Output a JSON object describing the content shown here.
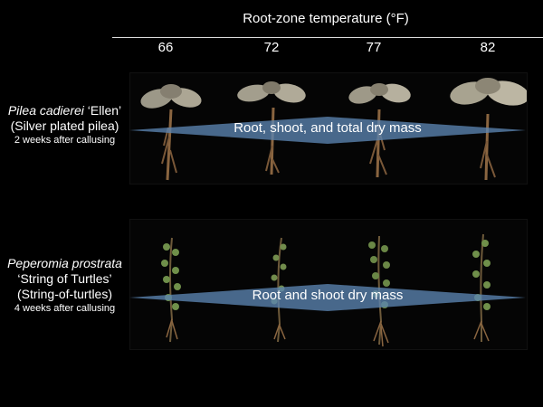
{
  "header": {
    "title": "Root-zone temperature (°F)",
    "temperatures": [
      "66",
      "72",
      "77",
      "82"
    ]
  },
  "rows": [
    {
      "species_italic": "Pilea cadierei",
      "cultivar": " ‘Ellen’",
      "common_name": "(Silver plated pilea)",
      "timing": "2 weeks after callusing",
      "arrow_label": "Root, shoot, and total dry mass"
    },
    {
      "species_italic": "Peperomia prostrata",
      "cultivar": "‘String of Turtles’",
      "common_name": "(String-of-turtles)",
      "timing": "4 weeks after callusing",
      "arrow_label": "Root and shoot dry mass"
    }
  ],
  "colors": {
    "background": "#000000",
    "arrow_fill": "#5b84b1",
    "leaf_green": "#6f8f4a",
    "leaf_silver": "#b9b4a4",
    "root_brown": "#8a6540"
  }
}
